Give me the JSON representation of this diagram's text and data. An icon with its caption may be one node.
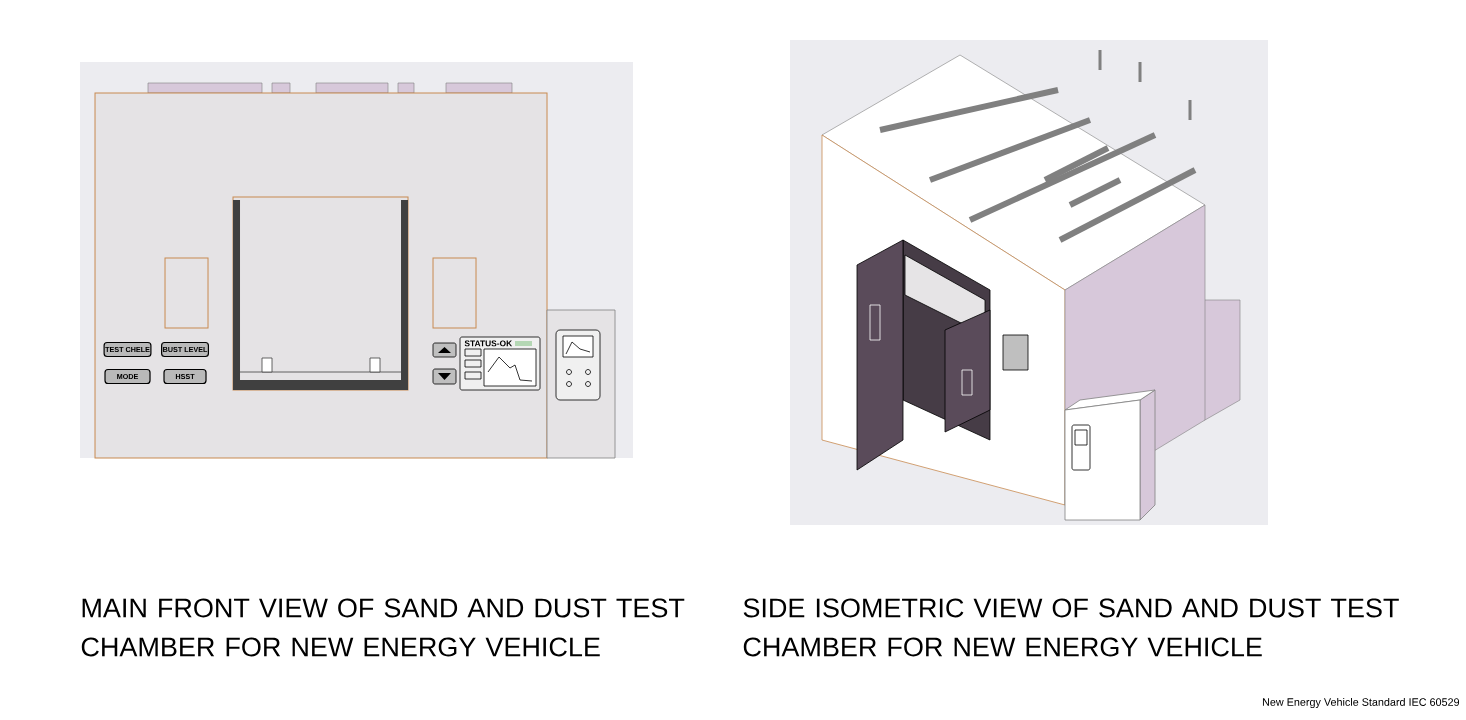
{
  "diagram": {
    "nodes": [
      {
        "text": [
          "TEST CHELE"
        ]
      },
      {
        "text": [
          "BUST LEVEL"
        ]
      },
      {
        "text": [
          "MODE"
        ]
      },
      {
        "text": [
          "HSST"
        ]
      },
      {
        "text": [
          "STATUS-OK"
        ]
      }
    ],
    "labels": [
      "MAIN FRONT VIEW OF SAND AND DUST TEST CHAMBER FOR NEW ENERGY VEHICLE",
      "SIDE ISOMETRIC VIEW OF SAND AND DUST TEST CHAMBER FOR NEW ENERGY VEHICLE",
      "New Energy Vehicle Standard IEC 60529"
    ]
  }
}
